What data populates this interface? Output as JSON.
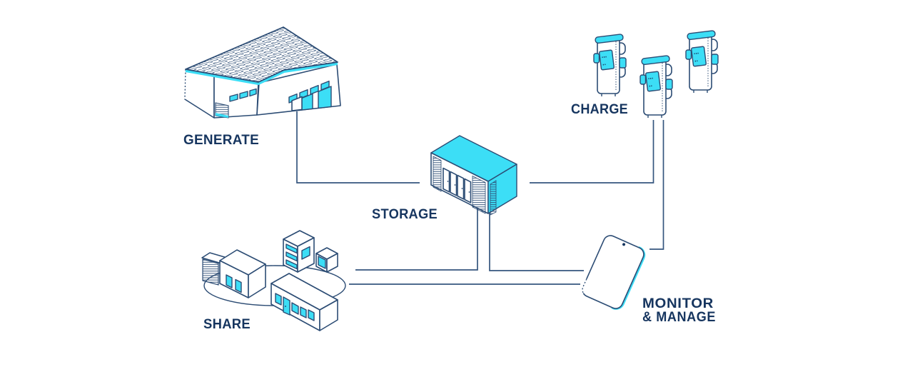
{
  "colors": {
    "accent_cyan": "#3CDEF6",
    "outline_navy": "#2C4C74",
    "label_navy": "#16355F",
    "background": "#FFFFFF"
  },
  "diagram": {
    "title": "energy-ecosystem-flow",
    "nodes": [
      {
        "id": "generate",
        "label": "GENERATE",
        "icon": "solar-roof-factory-icon"
      },
      {
        "id": "storage",
        "label": "STORAGE",
        "icon": "battery-container-icon"
      },
      {
        "id": "charge",
        "label": "CHARGE",
        "icon": "ev-charger-icon",
        "charger_count": 3
      },
      {
        "id": "share",
        "label": "SHARE",
        "icon": "building-cluster-icon",
        "building_count": 5
      },
      {
        "id": "monitor",
        "label": "MONITOR",
        "label_line2": "& MANAGE",
        "icon": "smartphone-icon"
      }
    ],
    "edges": [
      {
        "from": "generate",
        "to": "storage"
      },
      {
        "from": "storage",
        "to": "charge"
      },
      {
        "from": "charge",
        "to": "monitor"
      },
      {
        "from": "storage",
        "to": "share"
      },
      {
        "from": "storage",
        "to": "monitor"
      },
      {
        "from": "share",
        "to": "monitor"
      }
    ]
  }
}
